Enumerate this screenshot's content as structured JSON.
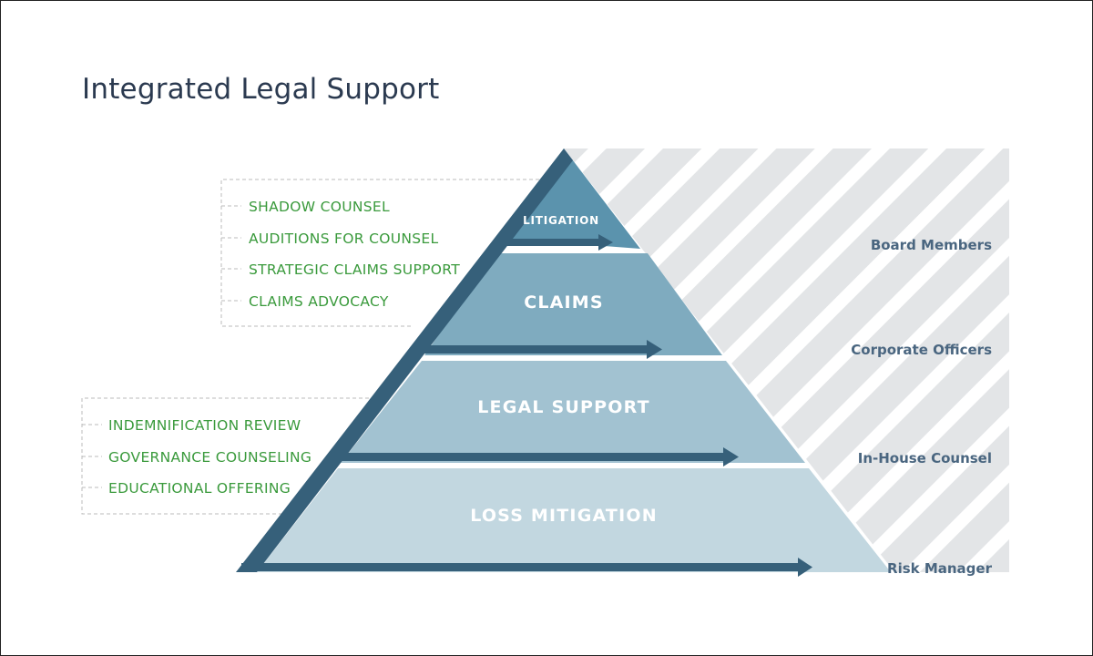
{
  "title": "Integrated Legal Support",
  "levels": [
    "LITIGATION",
    "CLAIMS",
    "LEGAL SUPPORT",
    "LOSS MITIGATION"
  ],
  "services_top": [
    "SHADOW COUNSEL",
    "AUDITIONS FOR COUNSEL",
    "STRATEGIC CLAIMS SUPPORT",
    "CLAIMS ADVOCACY"
  ],
  "services_bottom": [
    "INDEMNIFICATION REVIEW",
    "GOVERNANCE COUNSELING",
    "EDUCATIONAL OFFERING"
  ],
  "audiences": [
    "Board Members",
    "Corporate Officers",
    "In-House Counsel",
    "Risk Manager"
  ],
  "colors": {
    "level_1": "#5b93ad",
    "level_2": "#7fabbf",
    "level_3": "#a2c2d1",
    "level_4": "#c2d7e0",
    "arrow": "#36607a",
    "services_text": "#3a9a3c",
    "audience_text": "#4a6680",
    "hatch_background": "#e3e5e7"
  }
}
